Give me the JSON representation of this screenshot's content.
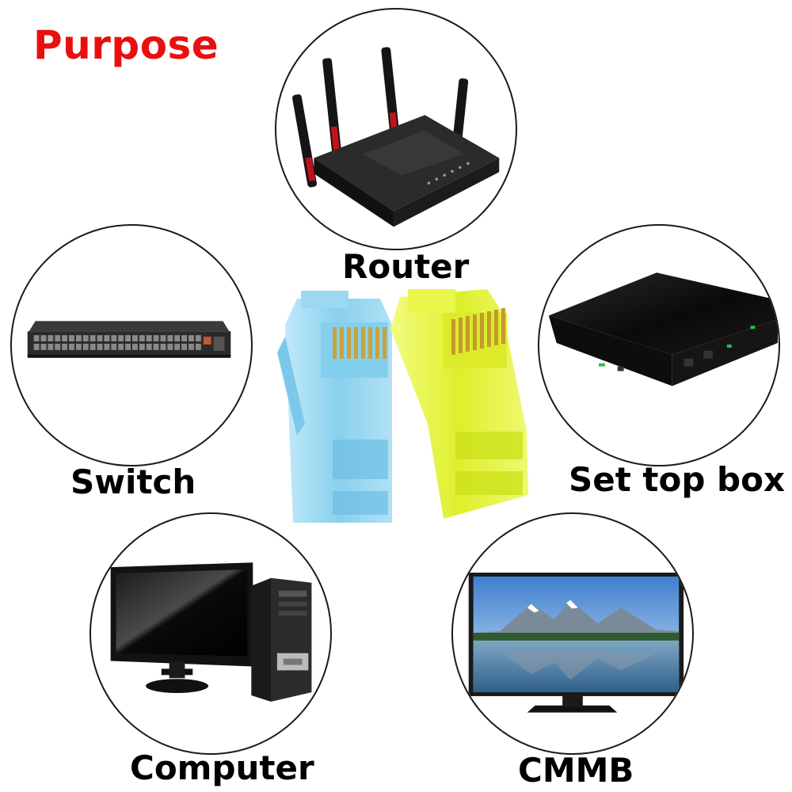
{
  "title": "Purpose",
  "devices": [
    {
      "key": "router",
      "label": "Router",
      "icon": "router-icon"
    },
    {
      "key": "switch",
      "label": "Switch",
      "icon": "switch-icon"
    },
    {
      "key": "set_top_box",
      "label": "Set top box",
      "icon": "set-top-box-icon"
    },
    {
      "key": "computer",
      "label": "Computer",
      "icon": "computer-icon"
    },
    {
      "key": "cmmb",
      "label": "CMMB",
      "icon": "tv-icon"
    }
  ],
  "connectors": [
    {
      "name": "blue",
      "color": "#8fd3ef"
    },
    {
      "name": "yellow",
      "color": "#e6f53a"
    }
  ],
  "colors": {
    "title": "#e8100f",
    "ring": "#1a1a1a"
  }
}
